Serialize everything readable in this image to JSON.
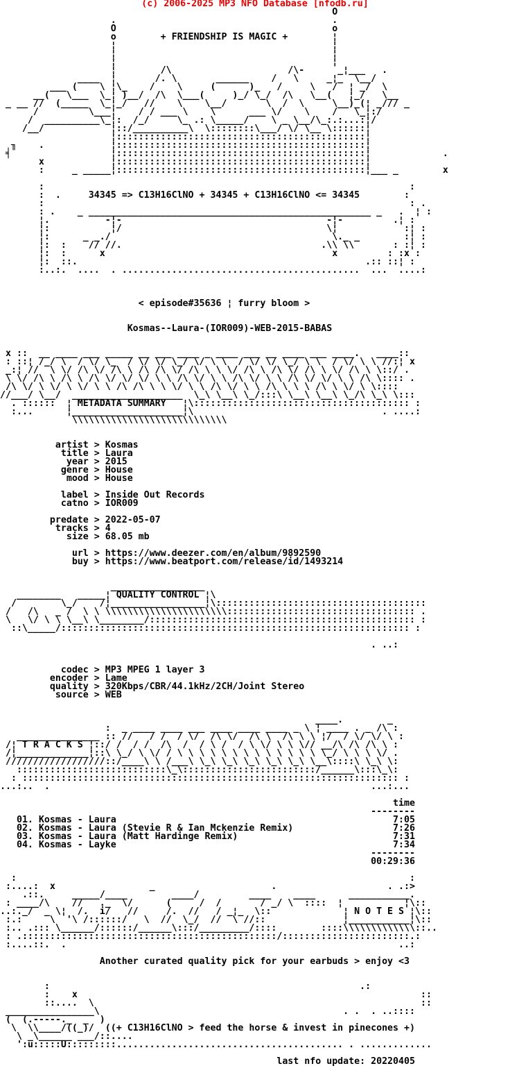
{
  "header": {
    "text": "(c) 2006-2025 MP3 NFO Database [nfodb.ru]",
    "color": "#ee0000"
  },
  "release": {
    "scene_name": "Kosmas--Laura-(IOR009)-WEB-2015-BABAS",
    "episode_line": "< episode#35636 ¦ furry bloom >",
    "greeting": "+ FRIENDSHIP IS MAGIC +",
    "chem_line": "34345 => C13H16ClNO + 34345 + C13H16ClNO <= 34345",
    "metadata": {
      "artist": "Kosmas",
      "title": "Laura",
      "year": "2015",
      "genre": "House",
      "mood": "House",
      "label": "Inside Out Records",
      "catno": "IOR009",
      "predate": "2022-05-07",
      "tracks": "4",
      "size": "68.05 mb",
      "url": "https://www.deezer.com/en/album/9892590",
      "buy": "https://www.beatport.com/release/id/1493214"
    },
    "quality": {
      "codec": "MP3 MPEG 1 layer 3",
      "encoder": "Lame",
      "quality": "320Kbps/CBR/44.1kHz/2CH/Joint Stereo",
      "source": "WEB"
    },
    "tracklist": [
      {
        "no": "01",
        "title": "Kosmas - Laura",
        "time": "7:05"
      },
      {
        "no": "02",
        "title": "Kosmas - Laura (Stevie R & Ian Mckenzie Remix)",
        "time": "7:26"
      },
      {
        "no": "03",
        "title": "Kosmas - Laura (Matt Hardinge Remix)",
        "time": "7:31"
      },
      {
        "no": "04",
        "title": "Kosmas - Layke",
        "time": "7:34"
      }
    ],
    "total_time": "00:29:36",
    "notes": "Another curated quality pick for your earbuds > enjoy <3",
    "horse_line": "((+ C13H16ClNO > feed the horse & invest in pinecones +)",
    "last_update": "last nfo update: 20220405",
    "section_titles": [
      "METADATA SUMMARY",
      "QUALITY CONTROL",
      "T R A C K S",
      "N O T E S"
    ]
  },
  "nfo": {
    "lines": [
      "",
      "                                                            O",
      "                    .                                       .",
      "                    O                                       o",
      "                    o        + FRIENDSHIP IS MAGIC +        ¦",
      "                    ¦                                       ¦",
      "                    ¦                                       ¦",
      "                    ¦                                       ¦",
      "                    ¦        /\\                     /\\-      _¦___   .",
      "              ____  ¦       /. \\       ______    /   \\     _¦_  \\__/",
      "         ___ (    \\ ¦\\_    /    \\     (      )_   /     \\   /  ¦ _/  \\",
      "      __(   \\___  \\_¦ )__/  /\\  \\___(     )_/ \\_/  /\\   \\__(   ¦_/   \\__",
      " _ __ //  (_____  \\_¦_/   //    \\    \\__/       \\  /  \\     \\__)_(¦ _/// _",
      "      /         \\___¦    / / ___ \\    \\      ___ \\/    \\    /   \\_¦:/",
      "     /  __________\\_¦:  /_/     \\_ .: \\_____/    \\ _ \\__/\\_:.:...:¦/",
      "    /__/            ¦::/__________\\  \\::::::::\\___/ \\/ \\__ \\::::::¦",
      "                    ¦:::::::::::::::::::::::::::::::::::::::::::::¦",
      "  ╖    .            ¦:::::::::::::::::::::::::::::::::::::::::::::¦",
      " ╡                  ¦:::::::::::::::::::::::::::::::::::::::::::::¦             .",
      "       x            ¦:::::::::::::::::::::::::::::::::::::::::::::¦",
      "       :     _ _____¦:::::::::::::::::::::::::::::::::::::::::::::¦___ _        x",
      "",
      "       :                                                                  :",
      "       :  .     34345 => C13H16ClNO + 34345 + C13H16ClNO <= 34345        :",
      "       :                                                                  : .",
      "       : .    _ ___________________________________________________ _   .  ¦ :",
      "       ¦.          -¦-                                     -¦-         .¦ :",
      "       ¦:           ¦/                                     \\¦            :¦ :",
      "       ¦:      _ _./                                        \\._ _        :¦ :",
      "       ¦:  :    // //.                                    .\\\\ \\\\       : :¦ :",
      "       ¦:  :      x                                         x         : :x :",
      "       ¦:  ::.                                                    .:: ::¦ :",
      "       :..:.  ....  . ...........................................  ...  ....:",
      "",
      "",
      "",
      "                         < episode#35636 ¦ furry bloom >",
      "",
      "",
      "                       Kosmas--Laura-(IOR009)-WEB-2015-BABAS",
      "",
      "",
      " x ::  __ ____ ___ _____ __ ___ ____ _ ____ ___ __ ____ ___ ____.   ____::",
      " : ::¦ /_/ \\  / \\/ \\_  / \\/ \\/ \\_/ \\/ \\ \\  / \\/ \\/ \\_/ \\ \\  / \\/ \\ \\ //:¦ x",
      " _:¦ //  \\ \\/ /\\ \\/ /\\ \\ /\\ /\\ \\/ /\\ \\ \\ \\/ /\\ \\ /\\ \\/ /\\ \\ \\/ /\\ \\ \\::/ .",
      " \\ \\/ /\\ \\ /\\ \\ /\\ \\/ \\/ \\/ \\ \\ /\\ \\/ \\ \\ /\\ \\/ \\ \\ /\\ \\/ \\/ \\ \\ /\\ \\:::: .",
      " /\\ \\/ \\ \\/ \\ \\/ \\ \\ /\\ /\\ \\ \\ \\/ \\ \\ /\\ \\/ \\ \\ /\\ \\ \\ \\ /\\ \\ \\/ \\ \\::::",
      "//___/ \\__/  ____________________  \\_\\ \\__\\ \\_/:::\\ \\__\\ \\__\\ \\_/\\ \\_\\ \\:::",
      "  . ::::::  ¦ METADATA SUMMARY   ¦\\::::::::::::::::::::::::::::::::::::::: :",
      "  :...      ¦____________________¦\\                                  . ....:",
      "             \\\\\\\\\\\\\\\\\\\\\\\\\\\\\\\\\\\\\\\\\\\\\\\\\\\\\\\\",
      "",
      "",
      "          artist > Kosmas",
      "           title > Laura",
      "            year > 2015",
      "           genre > House",
      "            mood > House",
      "",
      "           label > Inside Out Records",
      "           catno > IOR009",
      "",
      "         predate > 2022-05-07",
      "          tracks > 4",
      "            size > 68.05 mb",
      "",
      "             url > https://www.deezer.com/en/album/9892590",
      "             buy > https://www.beatport.com/release/id/1493214",
      "",
      "",
      "                    _________________",
      "   ________   _____¦ QUALITY CONTROL ¦\\",
      "  /        \\_/    /¦_________________¦\\::::::::::::::::::::::::::::::::::::::",
      " /   /\\   _ /  \\ \\ \\\\\\\\\\\\\\\\\\\\\\\\\\\\\\\\\\\\\\\\\\\\:::::::::::::::::::::::::::::::::: .",
      " \\   \\/ \\ \\ \\__\\ \\________/:::::::::::::::::::::::::::::::::::::::::::::::: :",
      "  ::\\_____/::::::::::::::::::::::::::::::::::::::::::::::::::::::::::::::: :",
      "",
      "                                                                   . ..:",
      "",
      "",
      "           codec > MP3 MPEG 1 layer 3",
      "         encoder > Lame",
      "         quality > 320Kbps/CBR/44.1kHz/2CH/Joint Stereo",
      "          source > WEB",
      "",
      "",
      "                                                         ____.        _",
      "                   :  _ ____ ____ ___ ____ ____ ____ _ \\ ¦ ____ . _ /\\ :",
      "   _______________ :: //   / /  / \\/  /\\ \\/  /\\ \\  /\\ \\ \\ ¦/  / \\/ \\/ \\ :",
      " /¦ T R A C K S ¦::/ /  / /  /\\  /  / \\ /  / \\ \\/ \\ \\ \\// __/\\ /\\ /\\ \\ :",
      " /¦_____________¦::\\ \\_/ \\ \\/ / \\ \\ \\ \\ \\ \\ \\ \\ \\ \\ \\ \\ \\ \\_/ \\ \\ \\ \\/ .",
      " //////////////////::/____\\ \\ /___\\ \\_\\ \\_\\ \\_\\ \\_\\ \\_\\ \\__\\::::\\ \\_\\ \\:",
      "   :::::::::::::::::::::::::::\\_\\::::::::::::::::::::::::/______\\:::\\_\\:",
      "  : :::::::::::::::::::::::::::::::::::::::::::::::::::::::::::::::::::: :",
      "...:..  .                                                          ...:...",
      "",
      "                                                                       time",
      "                                                                   --------",
      "   01. Kosmas - Laura                                                  7:05",
      "   02. Kosmas - Laura (Stevie R & Ian Mckenzie Remix)                  7:26",
      "   03. Kosmas - Laura (Matt Hardinge Remix)                            7:31",
      "   04. Kosmas - Layke                                                  7:34",
      "                                                                   --------",
      "                                                                   00:29:36",
      "",
      "  :                                                                       :",
      " :....:  x                 _                     .                    . .:>",
      "    .::.     _____/____        ____/         ____    ____      ___________.",
      " : ____/\\    //   ._  \\/      (     /  /       / _/ \\  ::::  ¦           ¦\\::",
      "..:._/  _ \\¦  /.  i/   //     /.  //   / _¦_  \\::             ¦ N O T E S ¦\\::",
      " :.:     \\  '\\ /::::::/   \\  //  \\_/  //  \\ //::              ¦___________¦\\::",
      " :.. .::: \\______/::::::/______\\:::/_________/::::        ::::\\\\\\\\\\\\\\\\\\\\\\\\\\::..",
      " : .::::::::::::::::::::::::::::::::::::::::::::::/:::::::::::::::::::::::.:",
      " :....::.  .                                                            ..:",
      "",
      "                  Another curated quality pick for your earbuds > enjoy <3",
      "",
      "",
      "        :                                                        .:",
      "        :    x                                                              ::",
      "        ::....  \\                                                           ::",
      " ________________\\                                            . .  . ..::::",
      " (  (.-----._  _  )",
      "  \\  \\\\____/((_)/  ((+ C13H16ClNO > feed the horse & invest in pinecones +)",
      "   \\ _\\______ ___/::....",
      "   ':u:::::U:::::::::......................................... . .............",
      "",
      "                                                  last nfo update: 20220405",
      "",
      "",
      "",
      ""
    ]
  }
}
